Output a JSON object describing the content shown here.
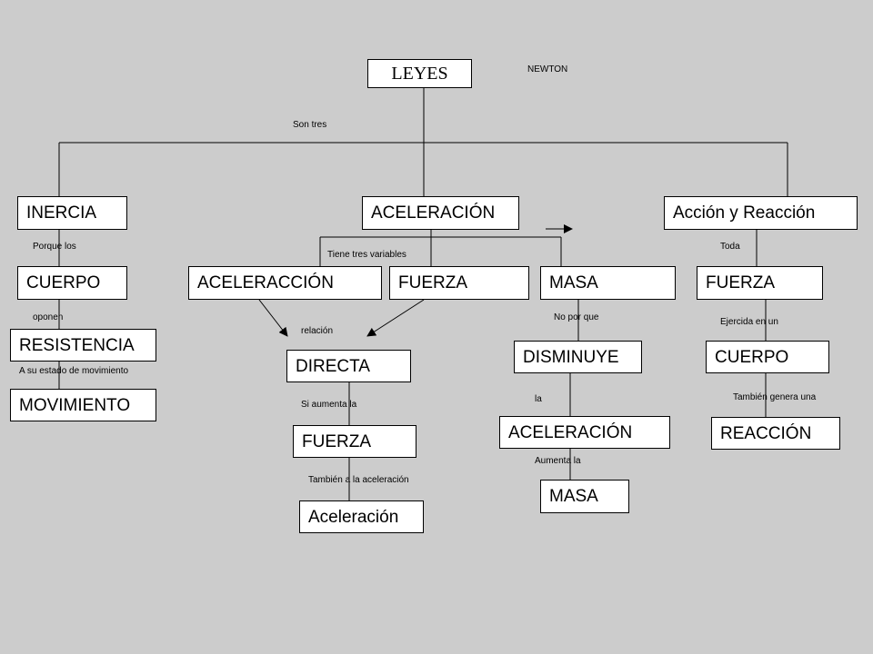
{
  "colors": {
    "background": "#cccccc",
    "box_fill": "#ffffff",
    "line": "#000000"
  },
  "nodes": {
    "leyes": "LEYES",
    "inercia": "INERCIA",
    "aceleracion_main": "ACELERACIÓN",
    "accion_reaccion": "Acción y Reacción",
    "cuerpo_left": "CUERPO",
    "resistencia": "RESISTENCIA",
    "movimiento": "MOVIMIENTO",
    "aceleraccion": "ACELERACCIÓN",
    "fuerza_mid": "FUERZA",
    "masa_mid": "MASA",
    "directa": "DIRECTA",
    "fuerza_lower": "FUERZA",
    "aceleracion_lower": "Aceleración",
    "disminuye": "DISMINUYE",
    "aceleracion_right": "ACELERACIÓN",
    "masa_bottom": "MASA",
    "fuerza_right": "FUERZA",
    "cuerpo_right": "CUERPO",
    "reaccion": "REACCIÓN"
  },
  "labels": {
    "newton": "NEWTON",
    "son_tres": "Son tres",
    "porque_los": "Porque los",
    "oponen": "oponen",
    "a_su_estado": "A su estado de movimiento",
    "tiene_tres_variables": "Tiene tres variables",
    "relacion": "relación",
    "si_aumenta_la": "Si aumenta la",
    "tambien_a_la_aceleracion": "También a la aceleración",
    "no_por_que": "No por que",
    "la": "la",
    "aumenta_la": "Aumenta la",
    "toda": "Toda",
    "ejercida_en_un": "Ejercida en un",
    "tambien_genera_una": "También genera una"
  }
}
